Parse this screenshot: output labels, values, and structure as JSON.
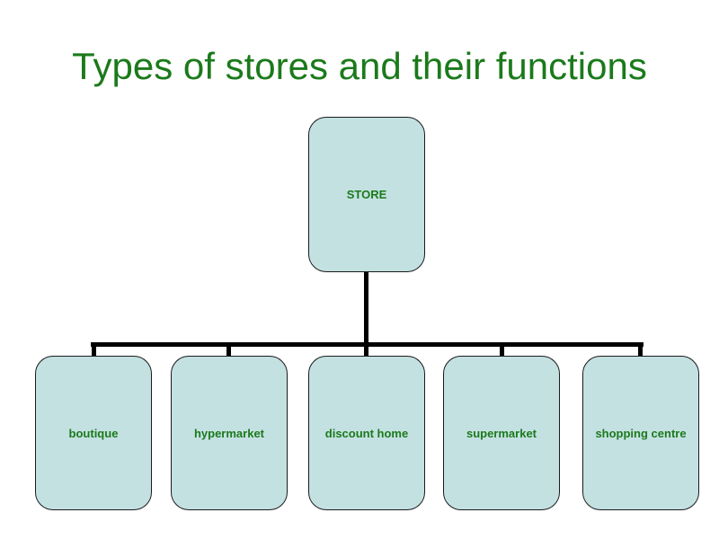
{
  "slide": {
    "title": "Types of stores and their functions"
  },
  "diagram": {
    "type": "org-chart",
    "root": {
      "label": "STORE"
    },
    "children": [
      {
        "label": "boutique"
      },
      {
        "label": "hypermarket"
      },
      {
        "label": "discount home"
      },
      {
        "label": "supermarket"
      },
      {
        "label": "shopping centre"
      }
    ]
  },
  "colors": {
    "background": "#ffffff",
    "title_text": "#1b7a1b",
    "node_fill": "#c4e1e2",
    "node_border": "#1a1a1a",
    "node_text": "#1b7a1b",
    "connector": "#000000"
  }
}
